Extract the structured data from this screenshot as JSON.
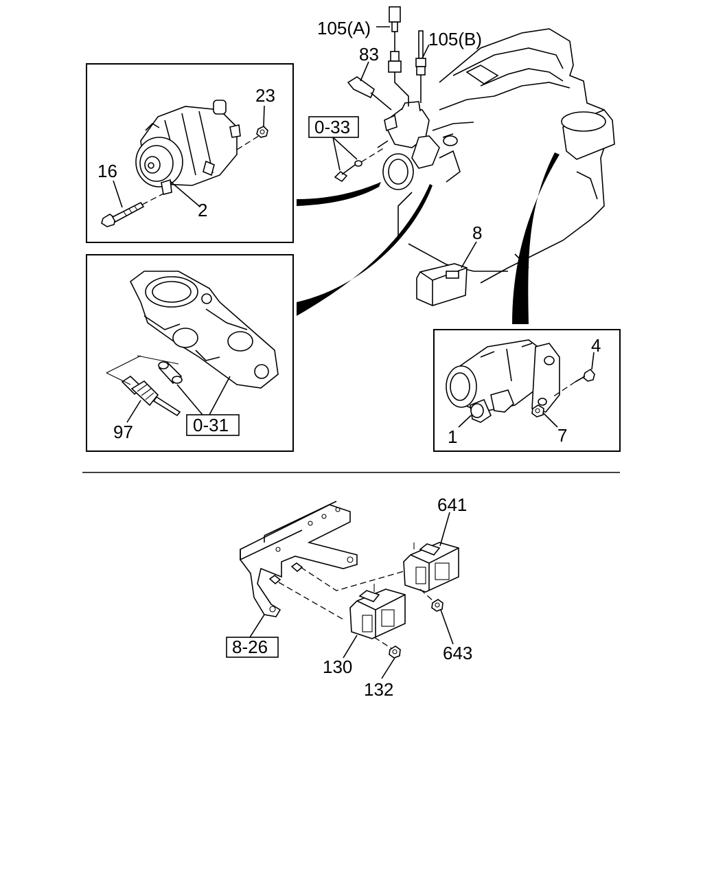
{
  "callouts": {
    "c105a": "105(A)",
    "c105b": "105(B)",
    "c83": "83",
    "c23": "23",
    "c16": "16",
    "c2": "2",
    "c8": "8",
    "c4": "4",
    "c1": "1",
    "c7": "7",
    "c97": "97",
    "c641": "641",
    "c643": "643",
    "c130": "130",
    "c132": "132"
  },
  "references": {
    "r033": "0-33",
    "r031": "0-31",
    "r826": "8-26"
  },
  "icons": [
    "alternator",
    "water-outlet",
    "starter-motor",
    "thermo-switch",
    "relay",
    "bracket"
  ]
}
